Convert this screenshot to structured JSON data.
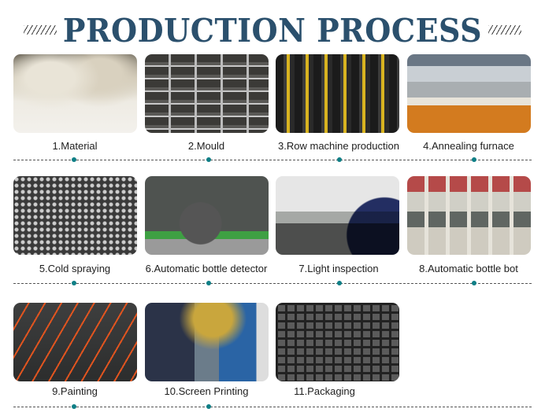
{
  "header": {
    "title": "PRODUCTION PROCESS",
    "title_color": "#2b506d",
    "decoration": "diagonal-hatch"
  },
  "accent_color": "#0f7f86",
  "steps": [
    {
      "label": "1.Material",
      "image": "material-sacks-photo"
    },
    {
      "label": "2.Mould",
      "image": "mould-shelves-photo"
    },
    {
      "label": "3.Row machine production",
      "image": "row-machine-photo"
    },
    {
      "label": "4.Annealing furnace",
      "image": "annealing-furnace-photo"
    },
    {
      "label": "5.Cold  spraying",
      "image": "cold-spraying-photo"
    },
    {
      "label": "6.Automatic bottle detector",
      "image": "bottle-detector-photo"
    },
    {
      "label": "7.Light inspection",
      "image": "light-inspection-photo"
    },
    {
      "label": "8.Automatic bottle bot",
      "image": "bottle-bot-photo"
    },
    {
      "label": "9.Painting",
      "image": "painting-photo"
    },
    {
      "label": "10.Screen Printing",
      "image": "screen-printing-photo"
    },
    {
      "label": "11.Packaging",
      "image": "packaging-photo"
    }
  ]
}
